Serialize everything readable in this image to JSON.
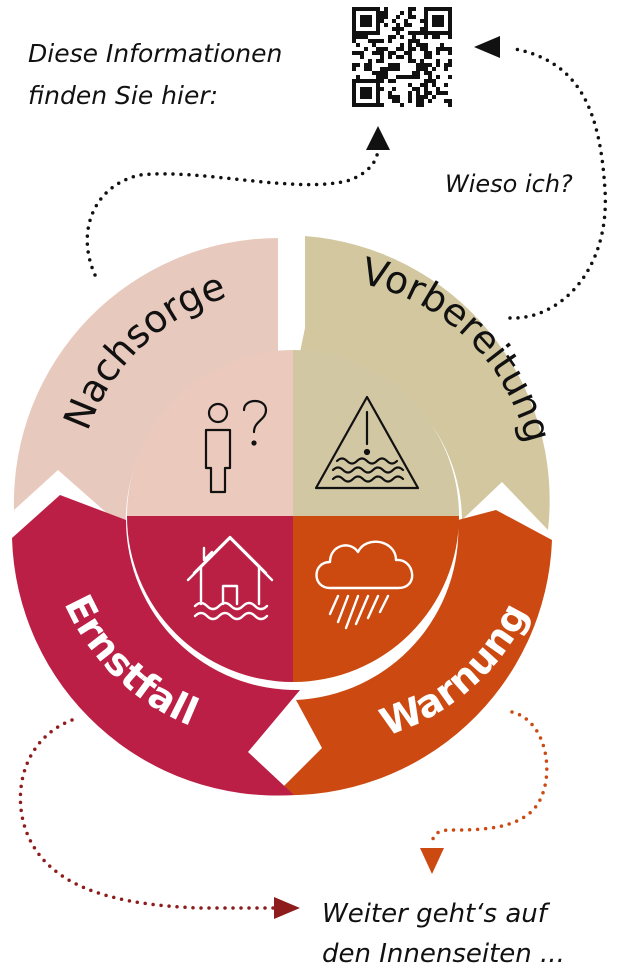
{
  "header": {
    "info_line1": "Diese Informationen",
    "info_line2": "finden Sie hier:",
    "qr_label": "QR-Code"
  },
  "notes": {
    "why_me": "Wieso ich?",
    "continue_line1": "Weiter geht‘s auf",
    "continue_line2": "den Innenseiten ..."
  },
  "cycle": {
    "phases": [
      {
        "key": "nachsorge",
        "label": "Nachsorge",
        "icon": "person-question-icon",
        "color": "#e8c9bd",
        "inner_color": "#ebc9bd"
      },
      {
        "key": "vorbereitung",
        "label": "Vorbereitung",
        "icon": "flood-warning-icon",
        "color": "#d3c7a0",
        "inner_color": "#d1c7a3"
      },
      {
        "key": "warnung",
        "label": "Warnung",
        "icon": "heavy-rain-cloud-icon",
        "color": "#cc4a12",
        "inner_color": "#cc4a0f"
      },
      {
        "key": "ernstfall",
        "label": "Ernstfall",
        "icon": "flooded-house-icon",
        "color": "#bb1f45",
        "inner_color": "#ba1f44"
      }
    ]
  },
  "colors": {
    "arrow_dark": "#111111",
    "arrow_red": "#8e1c1c",
    "arrow_orange": "#cc4a12"
  }
}
